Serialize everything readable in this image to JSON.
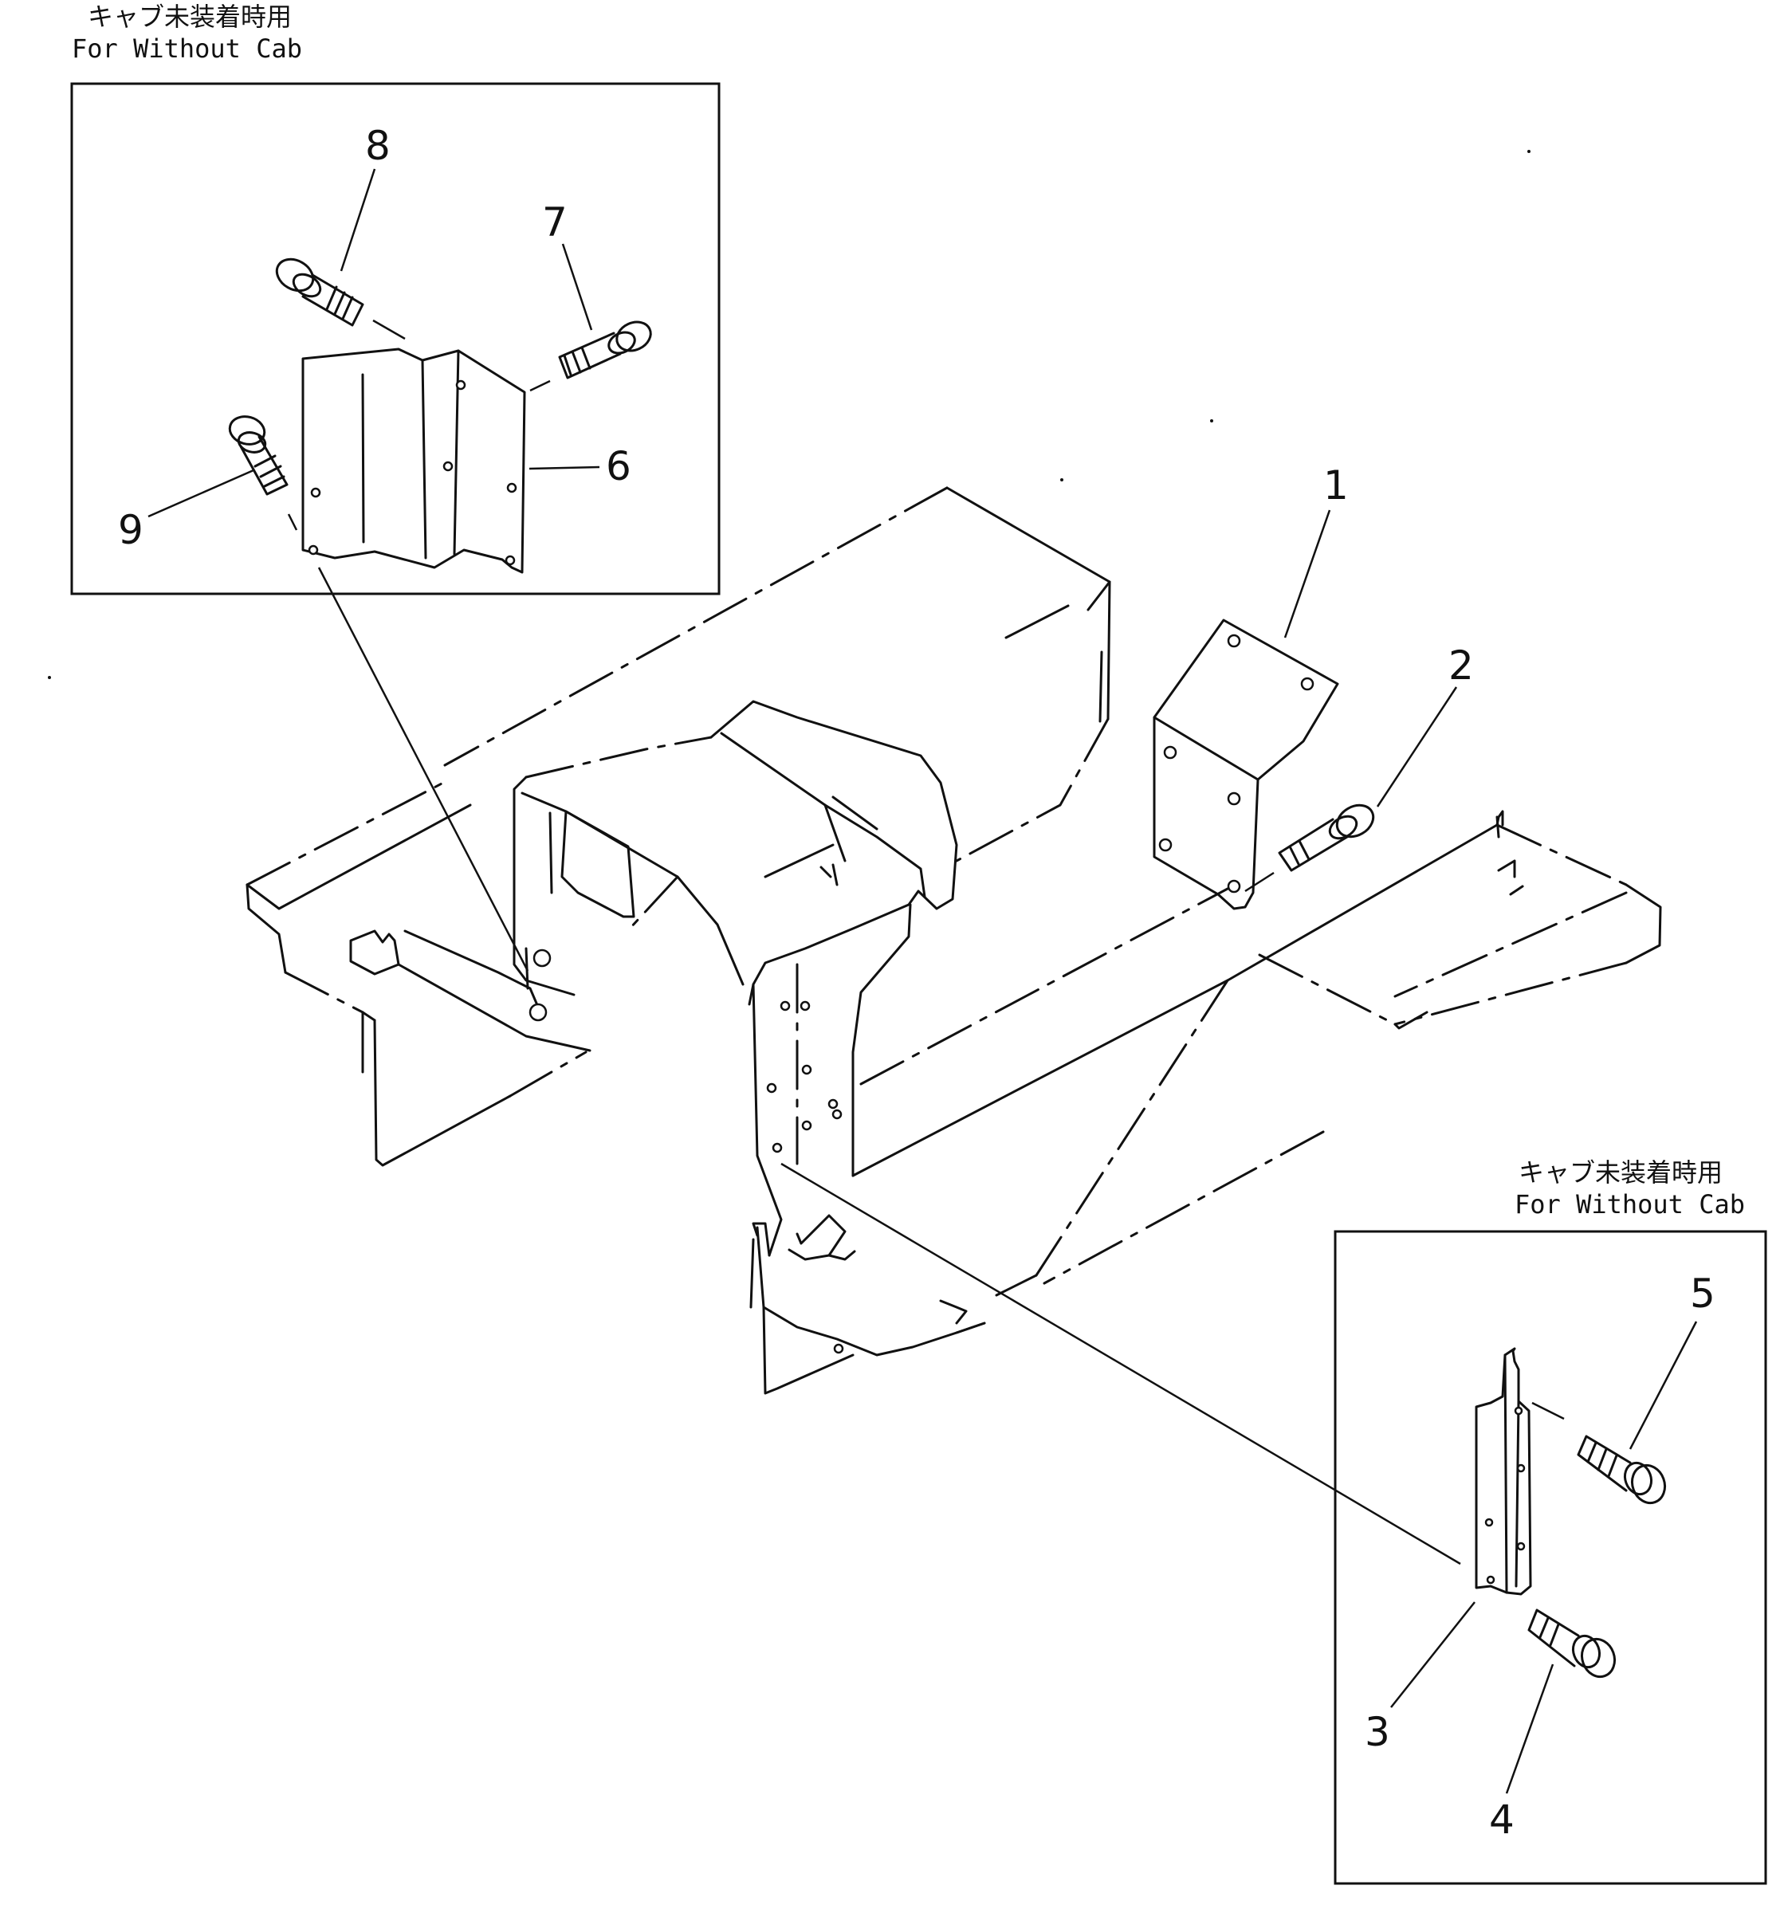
{
  "captions": {
    "top_left_jp": "キャブ未装着時用",
    "top_left_en": "For Without Cab",
    "right_jp": "キャブ未装着時用",
    "right_en": "For Without Cab"
  },
  "callouts": {
    "c1": "1",
    "c2": "2",
    "c3": "3",
    "c4": "4",
    "c5": "5",
    "c6": "6",
    "c7": "7",
    "c8": "8",
    "c9": "9"
  }
}
